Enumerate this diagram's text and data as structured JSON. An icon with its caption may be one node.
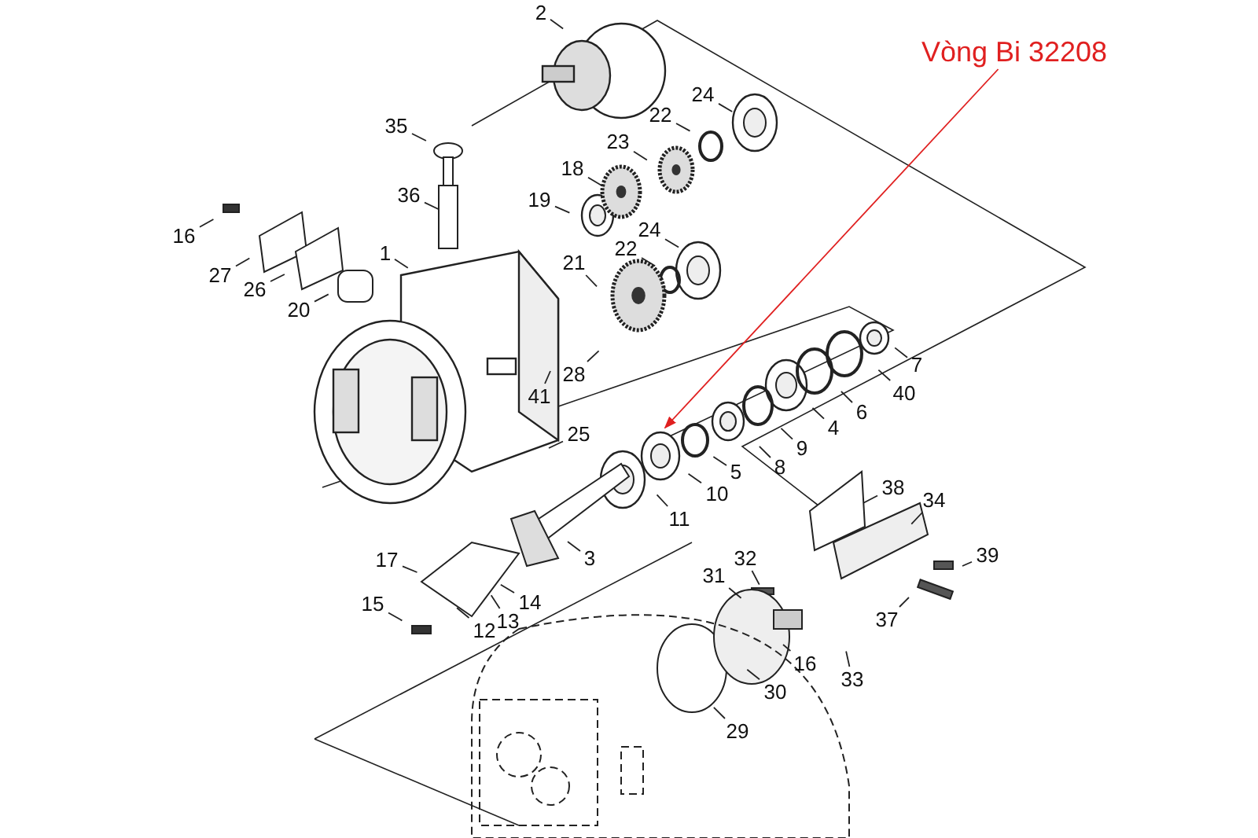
{
  "diagram": {
    "nodes": [
      {
        "text": [
          "2"
        ]
      },
      {
        "text": [
          "35"
        ]
      },
      {
        "text": [
          "24"
        ]
      },
      {
        "text": [
          "22"
        ]
      },
      {
        "text": [
          "23"
        ]
      },
      {
        "text": [
          "18"
        ]
      },
      {
        "text": [
          "36"
        ]
      },
      {
        "text": [
          "19"
        ]
      },
      {
        "text": [
          "16"
        ]
      },
      {
        "text": [
          "24"
        ]
      },
      {
        "text": [
          "1"
        ]
      },
      {
        "text": [
          "22"
        ]
      },
      {
        "text": [
          "21"
        ]
      },
      {
        "text": [
          "27"
        ]
      },
      {
        "text": [
          "26"
        ]
      },
      {
        "text": [
          "20"
        ]
      },
      {
        "text": [
          "7"
        ]
      },
      {
        "text": [
          "28"
        ]
      },
      {
        "text": [
          "40"
        ]
      },
      {
        "text": [
          "41"
        ]
      },
      {
        "text": [
          "6"
        ]
      },
      {
        "text": [
          "4"
        ]
      },
      {
        "text": [
          "25"
        ]
      },
      {
        "text": [
          "9"
        ]
      },
      {
        "text": [
          "5"
        ]
      },
      {
        "text": [
          "8"
        ]
      },
      {
        "text": [
          "10"
        ]
      },
      {
        "text": [
          "38"
        ]
      },
      {
        "text": [
          "34"
        ]
      },
      {
        "text": [
          "11"
        ]
      },
      {
        "text": [
          "3"
        ]
      },
      {
        "text": [
          "17"
        ]
      },
      {
        "text": [
          "32"
        ]
      },
      {
        "text": [
          "39"
        ]
      },
      {
        "text": [
          "31"
        ]
      },
      {
        "text": [
          "14"
        ]
      },
      {
        "text": [
          "15"
        ]
      },
      {
        "text": [
          "37"
        ]
      },
      {
        "text": [
          "13"
        ]
      },
      {
        "text": [
          "12"
        ]
      },
      {
        "text": [
          "16"
        ]
      },
      {
        "text": [
          "33"
        ]
      },
      {
        "text": [
          "30"
        ]
      },
      {
        "text": [
          "29"
        ]
      },
      {
        "text": [
          "Vòng Bi 32208"
        ]
      }
    ],
    "edges": [
      {
        "from": 0,
        "to": null,
        "arrow": "none"
      },
      {
        "from": 1,
        "to": null,
        "arrow": "none"
      },
      {
        "from": 2,
        "to": null,
        "arrow": "none"
      },
      {
        "from": 3,
        "to": null,
        "arrow": "none"
      },
      {
        "from": 4,
        "to": null,
        "arrow": "none"
      },
      {
        "from": 5,
        "to": null,
        "arrow": "none"
      },
      {
        "from": 6,
        "to": null,
        "arrow": "none"
      },
      {
        "from": 7,
        "to": null,
        "arrow": "none"
      },
      {
        "from": 8,
        "to": null,
        "arrow": "none"
      },
      {
        "from": 9,
        "to": null,
        "arrow": "none"
      },
      {
        "from": 10,
        "to": null,
        "arrow": "none"
      },
      {
        "from": 11,
        "to": null,
        "arrow": "none"
      },
      {
        "from": 12,
        "to": null,
        "arrow": "none"
      },
      {
        "from": 13,
        "to": null,
        "arrow": "none"
      },
      {
        "from": 14,
        "to": null,
        "arrow": "none"
      },
      {
        "from": 15,
        "to": null,
        "arrow": "none"
      },
      {
        "from": 16,
        "to": null,
        "arrow": "none"
      },
      {
        "from": 17,
        "to": null,
        "arrow": "none"
      },
      {
        "from": 18,
        "to": null,
        "arrow": "none"
      },
      {
        "from": 19,
        "to": null,
        "arrow": "none"
      },
      {
        "from": 20,
        "to": null,
        "arrow": "none"
      },
      {
        "from": 21,
        "to": null,
        "arrow": "none"
      },
      {
        "from": 22,
        "to": null,
        "arrow": "none"
      },
      {
        "from": 23,
        "to": null,
        "arrow": "none"
      },
      {
        "from": 24,
        "to": null,
        "arrow": "none"
      },
      {
        "from": 25,
        "to": null,
        "arrow": "none"
      },
      {
        "from": 26,
        "to": null,
        "arrow": "none"
      },
      {
        "from": 27,
        "to": null,
        "arrow": "none"
      },
      {
        "from": 28,
        "to": null,
        "arrow": "none"
      },
      {
        "from": 29,
        "to": null,
        "arrow": "none"
      },
      {
        "from": 30,
        "to": null,
        "arrow": "none"
      },
      {
        "from": 31,
        "to": null,
        "arrow": "none"
      },
      {
        "from": 32,
        "to": null,
        "arrow": "none"
      },
      {
        "from": 33,
        "to": null,
        "arrow": "none"
      },
      {
        "from": 34,
        "to": null,
        "arrow": "none"
      },
      {
        "from": 35,
        "to": null,
        "arrow": "none"
      },
      {
        "from": 36,
        "to": null,
        "arrow": "none"
      },
      {
        "from": 37,
        "to": null,
        "arrow": "none"
      },
      {
        "from": 38,
        "to": null,
        "arrow": "none"
      },
      {
        "from": 39,
        "to": null,
        "arrow": "none"
      },
      {
        "from": 40,
        "to": null,
        "arrow": "none"
      },
      {
        "from": 41,
        "to": null,
        "arrow": "none"
      },
      {
        "from": 42,
        "to": null,
        "arrow": "none"
      },
      {
        "from": 43,
        "to": null,
        "arrow": "none"
      },
      {
        "from": 44,
        "to": null,
        "arrow": "to",
        "color": "#e02020"
      }
    ]
  }
}
